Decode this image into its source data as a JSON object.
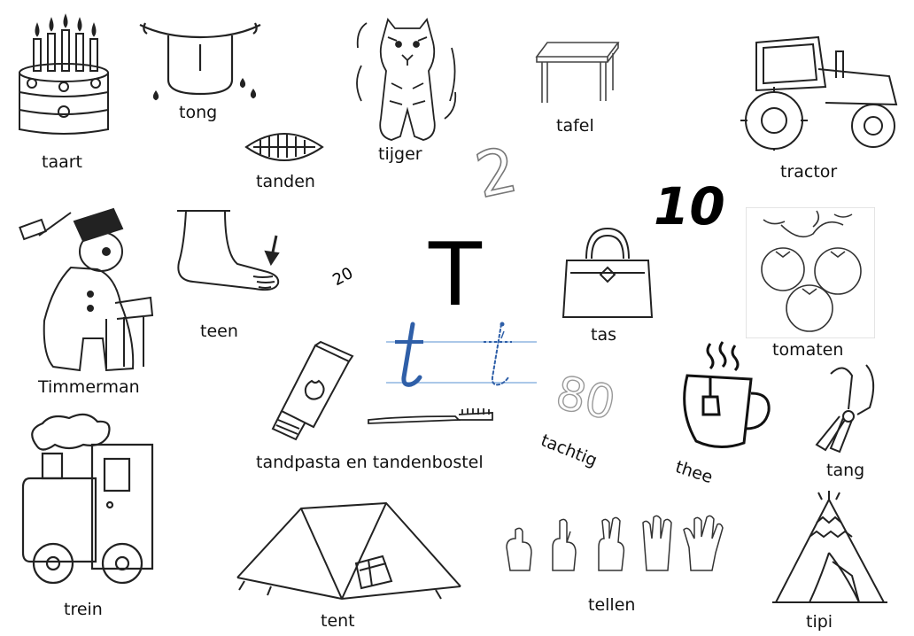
{
  "letter": "T",
  "numbers": {
    "ten": "10",
    "twenty": "20",
    "two": "2",
    "eighty": "80"
  },
  "words": {
    "taart": "taart",
    "tong": "tong",
    "tanden": "tanden",
    "tijger": "tijger",
    "tafel": "tafel",
    "tractor": "tractor",
    "timmerman": "Timmerman",
    "teen": "teen",
    "tas": "tas",
    "tomaten": "tomaten",
    "tandpasta": "tandpasta en tandenbostel",
    "tachtig": "tachtig",
    "thee": "thee",
    "tang": "tang",
    "trein": "trein",
    "tent": "tent",
    "tellen": "tellen",
    "tipi": "tipi"
  },
  "colors": {
    "line": "#222222",
    "writing_blue": "#2f5fa8",
    "writing_guide": "#8fb6e0"
  },
  "icons": {
    "taart": "birthday-cake-icon",
    "tong": "tongue-icon",
    "tanden": "teeth-icon",
    "tijger": "tiger-icon",
    "tafel": "table-icon",
    "tractor": "tractor-icon",
    "timmerman": "carpenter-icon",
    "teen": "foot-toe-icon",
    "tas": "handbag-icon",
    "tomaten": "tomatoes-icon",
    "tandpasta": "toothpaste-icon",
    "thee": "tea-cup-icon",
    "tang": "pliers-icon",
    "trein": "train-icon",
    "tent": "tent-icon",
    "tellen": "counting-hands-icon",
    "tipi": "tipi-icon"
  }
}
